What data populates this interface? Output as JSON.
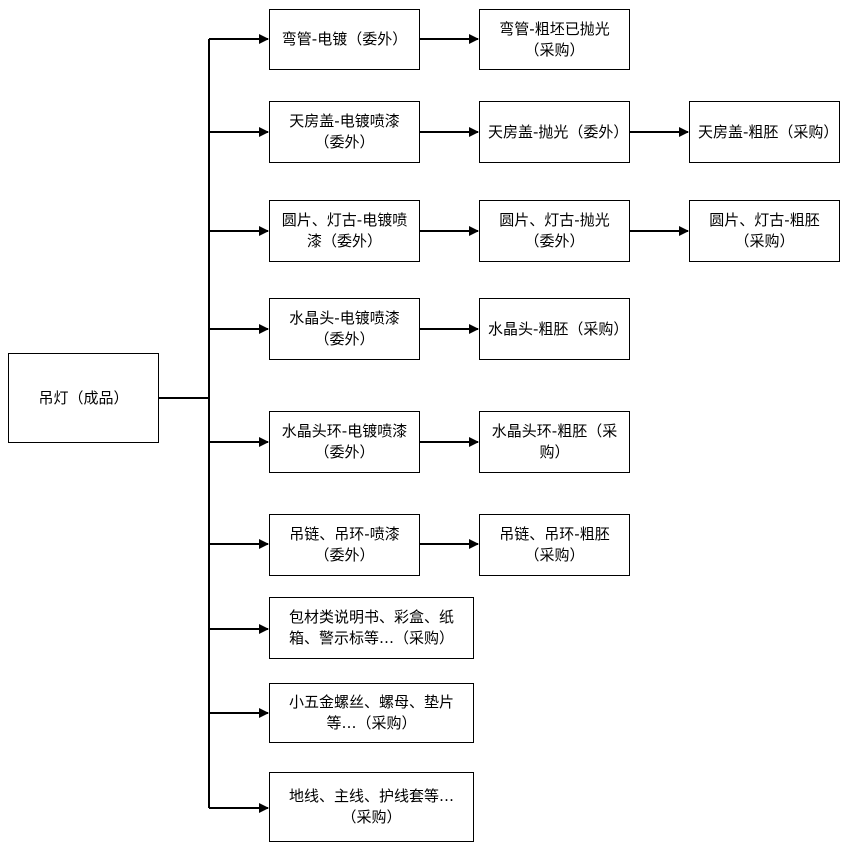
{
  "root": {
    "label": "吊灯（成品）"
  },
  "rows": [
    {
      "nodes": [
        "弯管-电镀（委外）",
        "弯管-粗坯已抛光（采购）"
      ]
    },
    {
      "nodes": [
        "天房盖-电镀喷漆（委外）",
        "天房盖-抛光（委外）",
        "天房盖-粗胚（采购）"
      ]
    },
    {
      "nodes": [
        "圆片、灯古-电镀喷漆（委外）",
        "圆片、灯古-抛光（委外）",
        "圆片、灯古-粗胚（采购）"
      ]
    },
    {
      "nodes": [
        "水晶头-电镀喷漆（委外）",
        "水晶头-粗胚（采购）"
      ]
    },
    {
      "nodes": [
        "水晶头环-电镀喷漆（委外）",
        "水晶头环-粗胚（采购）"
      ]
    },
    {
      "nodes": [
        "吊链、吊环-喷漆（委外）",
        "吊链、吊环-粗胚（采购）"
      ]
    },
    {
      "nodes": [
        "包材类说明书、彩盒、纸箱、警示标等…（采购）"
      ]
    },
    {
      "nodes": [
        "小五金螺丝、螺母、垫片等…（采购）"
      ]
    },
    {
      "nodes": [
        "地线、主线、护线套等…（采购）"
      ]
    }
  ]
}
